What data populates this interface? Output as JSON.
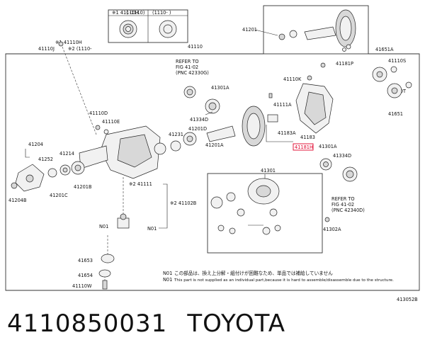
{
  "inset_top": {
    "header": "※1 41110H",
    "col1": "(  -1110)",
    "col2": "(1110-  )"
  },
  "labels": {
    "p41110H": "※1 41110H",
    "p41110J": "41110J",
    "p41110Hb": "※2 (1110-",
    "p41110": "41110",
    "p41201": "41201",
    "p41651A": "41651A",
    "p41110S": "41110S",
    "p41110T": "41110T",
    "p41651": "41651",
    "refer1_a": "REFER TO",
    "refer1_b": "FIG 41-02",
    "refer1_c": "(PNC 42330G)",
    "p41301A_top": "41301A",
    "p41334D": "41334D",
    "p41110K": "41110K",
    "p41181P": "41181P",
    "p41111A": "41111A",
    "p41183A": "41183A",
    "p41183": "41183",
    "p41181": "41181H",
    "p41301A_r": "41301A",
    "p41334D_r": "41334D",
    "p41110D": "41110D",
    "p41110E": "41110E",
    "p41231": "41231",
    "p41201D": "41201D",
    "p41201A": "41201A",
    "p41204": "41204",
    "p41252": "41252",
    "p41214": "41214",
    "p41201C": "41201C",
    "p41201B": "41201B",
    "p41204B": "41204B",
    "p41111": "※2 41111",
    "p41102B": "※2 41102B",
    "p41301": "41301",
    "refer2_a": "REFER TO",
    "refer2_b": "FIG 41-02",
    "refer2_c": "(PNC 42340D)",
    "p41302A": "41302A",
    "n01a": "N01",
    "n01b": "N01",
    "p41653": "41653",
    "p41654": "41654",
    "p41110W": "41110W",
    "note1_code": "N01",
    "note1_text": "この部品は、換え上分解・組付けが困難なため、単品では補給していません",
    "note2_code": "N01",
    "note2_text": "This part is not supplied as an individual part,because it is hard to assemble/disassemble due to the structure.",
    "fig_code": "413052B"
  },
  "caption": {
    "part_number": "4110850031",
    "brand": "TOYOTA"
  },
  "colors": {
    "highlight": "#e0002a",
    "line": "#222222"
  }
}
